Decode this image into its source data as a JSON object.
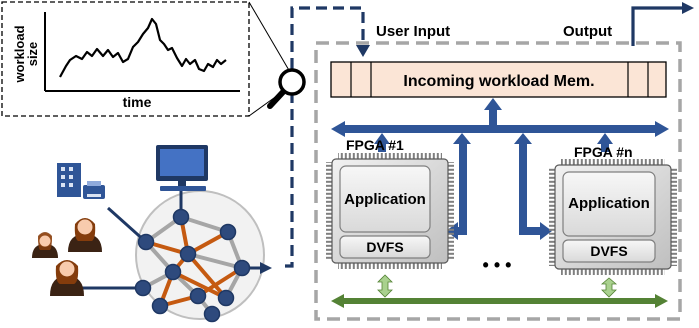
{
  "inset": {
    "ylabel_line1": "workload",
    "ylabel_line2": "size",
    "xlabel": "time"
  },
  "labels": {
    "user_input": "User Input",
    "output": "Output"
  },
  "memory": {
    "title": "Incoming workload Mem."
  },
  "fpga_left": {
    "title": "FPGA #1",
    "app": "Application",
    "dvfs": "DVFS"
  },
  "fpga_right": {
    "title": "FPGA #n",
    "app": "Application",
    "dvfs": "DVFS"
  },
  "ellipsis": "• • •",
  "colors": {
    "bus_blue": "#2f5597",
    "bus_green": "#548235",
    "interconnect_green": "#a9d18e",
    "memory_fill": "#fbe5d6",
    "node_blue": "#2e4a7d",
    "edge_orange": "#c55a11",
    "edge_gray": "#a6a6a6",
    "dashed_gray": "#a6a6a6"
  },
  "icons": {
    "users": [
      "user-icon",
      "user-icon",
      "user-icon"
    ],
    "building": "building-icon",
    "computer": "computer-icon",
    "magnifier": "magnifier-icon"
  }
}
